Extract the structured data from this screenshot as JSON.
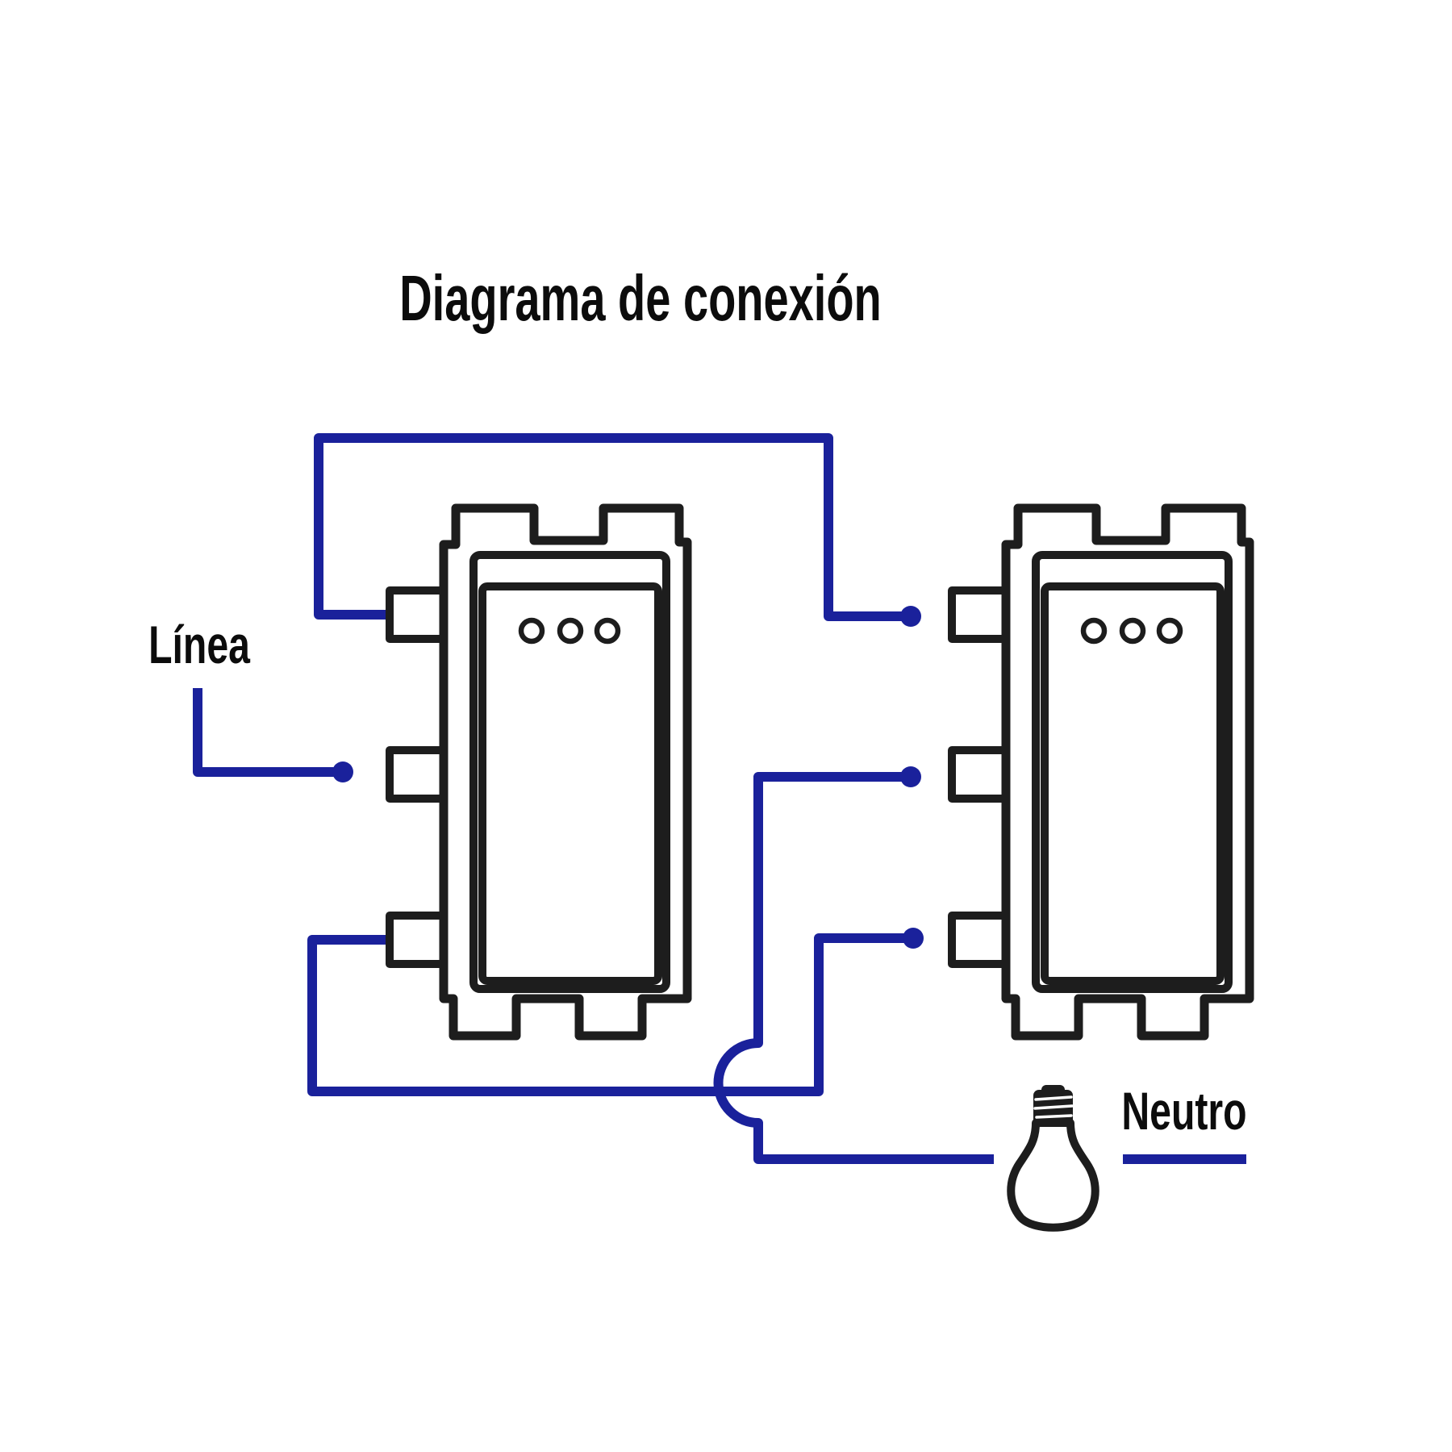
{
  "title": "Diagrama de conexión",
  "labels": {
    "line": "Línea",
    "neutral": "Neutro"
  },
  "colors": {
    "background": "#ffffff",
    "wire": "#1a219b",
    "outline": "#1d1d1d",
    "text": "#0c0c0c"
  },
  "diagram": {
    "type": "wiring-connection-diagram",
    "switch_modules": [
      {
        "id": "left-switch",
        "indicator_holes": 3,
        "side_terminals": 3
      },
      {
        "id": "right-switch",
        "indicator_holes": 3,
        "side_terminals": 3
      }
    ],
    "light_bulb": true,
    "connection_dots": 4,
    "wires": [
      {
        "id": "top-jumper",
        "from": "left-switch-terminal-top",
        "to": "right-switch-terminal-top"
      },
      {
        "id": "line-feed",
        "from": "linea",
        "to": "left-switch-terminal-middle"
      },
      {
        "id": "bottom-jumper",
        "from": "left-switch-terminal-bottom",
        "to": "right-switch-terminal-bottom"
      },
      {
        "id": "lamp-neutral-feed",
        "from": "right-switch-terminal-middle",
        "to": "neutro-via-bulb"
      }
    ]
  }
}
